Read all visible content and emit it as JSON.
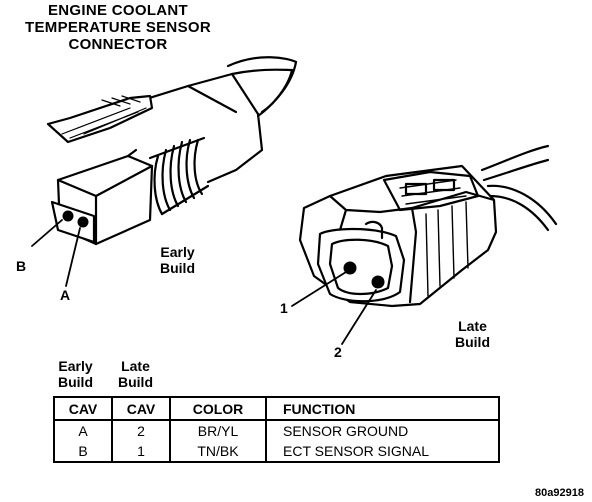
{
  "title": {
    "line1": "ENGINE COOLANT",
    "line2": "TEMPERATURE SENSOR",
    "line3": "CONNECTOR"
  },
  "early": {
    "label_line1": "Early",
    "label_line2": "Build",
    "pin_b": "B",
    "pin_a": "A"
  },
  "late": {
    "label_line1": "Late",
    "label_line2": "Build",
    "pin_1": "1",
    "pin_2": "2"
  },
  "table": {
    "group_headers": {
      "early_line1": "Early",
      "early_line2": "Build",
      "late_line1": "Late",
      "late_line2": "Build"
    },
    "headers": [
      "CAV",
      "CAV",
      "COLOR",
      "FUNCTION"
    ],
    "rows": [
      [
        "A",
        "2",
        "BR/YL",
        "SENSOR GROUND"
      ],
      [
        "B",
        "1",
        "TN/BK",
        "ECT SENSOR SIGNAL"
      ]
    ]
  },
  "figure_code": "80a92918"
}
